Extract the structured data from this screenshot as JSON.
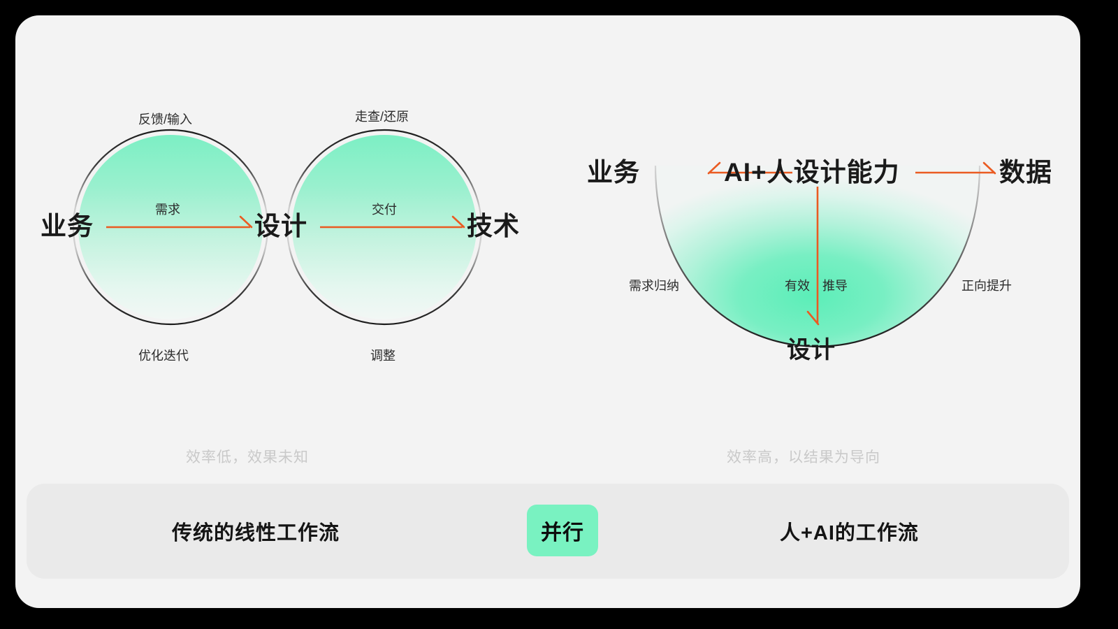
{
  "theme": {
    "page_background": "#000000",
    "card_background": "#F3F3F3",
    "panel_background": "#EAEAEA",
    "accent_orange": "#EA5B22",
    "accent_mint": "#79F2C1",
    "text_dark": "#1A1A1A",
    "text_muted": "#C9C9C9",
    "stroke_dark": "#222222",
    "stroke_gray": "#8A8A8A"
  },
  "left_diagram": {
    "caption": "效率低，效果未知",
    "circles": [
      {
        "top_label": "反馈/输入",
        "bottom_label": "优化迭代",
        "edge_label": "需求"
      },
      {
        "top_label": "走查/还原",
        "bottom_label": "调整",
        "edge_label": "交付"
      }
    ],
    "nodes": [
      "业务",
      "设计",
      "技术"
    ]
  },
  "right_diagram": {
    "caption": "效率高，以结果为导向",
    "left_node": "业务",
    "center_node": "AI+人设计能力",
    "right_node": "数据",
    "bottom_node": "设计",
    "left_arc_label": "需求归纳",
    "right_arc_label": "正向提升",
    "center_label_a": "有效",
    "center_label_b": "推导"
  },
  "bottom_bar": {
    "left_label": "传统的线性工作流",
    "badge_label": "并行",
    "right_label": "人+AI的工作流"
  }
}
